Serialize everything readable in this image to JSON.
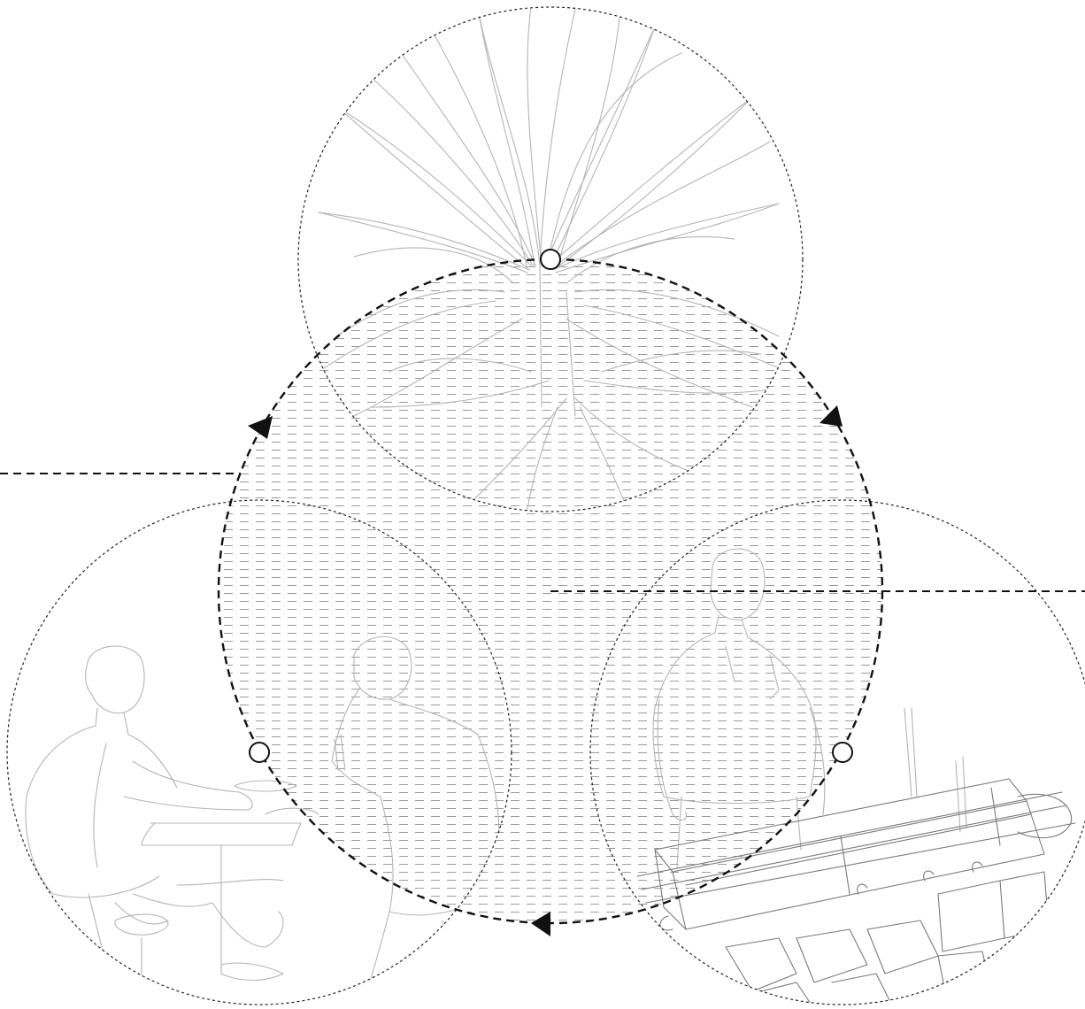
{
  "diagram": {
    "cycle_direction": "clockwise",
    "scenes": [
      {
        "id": "plants",
        "icon": "palm-plant-icon"
      },
      {
        "id": "diners",
        "icon": "people-eating-icon"
      },
      {
        "id": "vendor",
        "icon": "street-vendor-cart-icon"
      }
    ],
    "nodes": [
      "top",
      "left",
      "right"
    ],
    "arrows": [
      "upper-left",
      "upper-right",
      "bottom"
    ],
    "connector_lines": [
      "left-edge",
      "right-edge"
    ],
    "colors": {
      "line": "#111111",
      "sketch": "#b4b4b4",
      "hatch": "#9a9a9a",
      "background": "#ffffff"
    }
  }
}
